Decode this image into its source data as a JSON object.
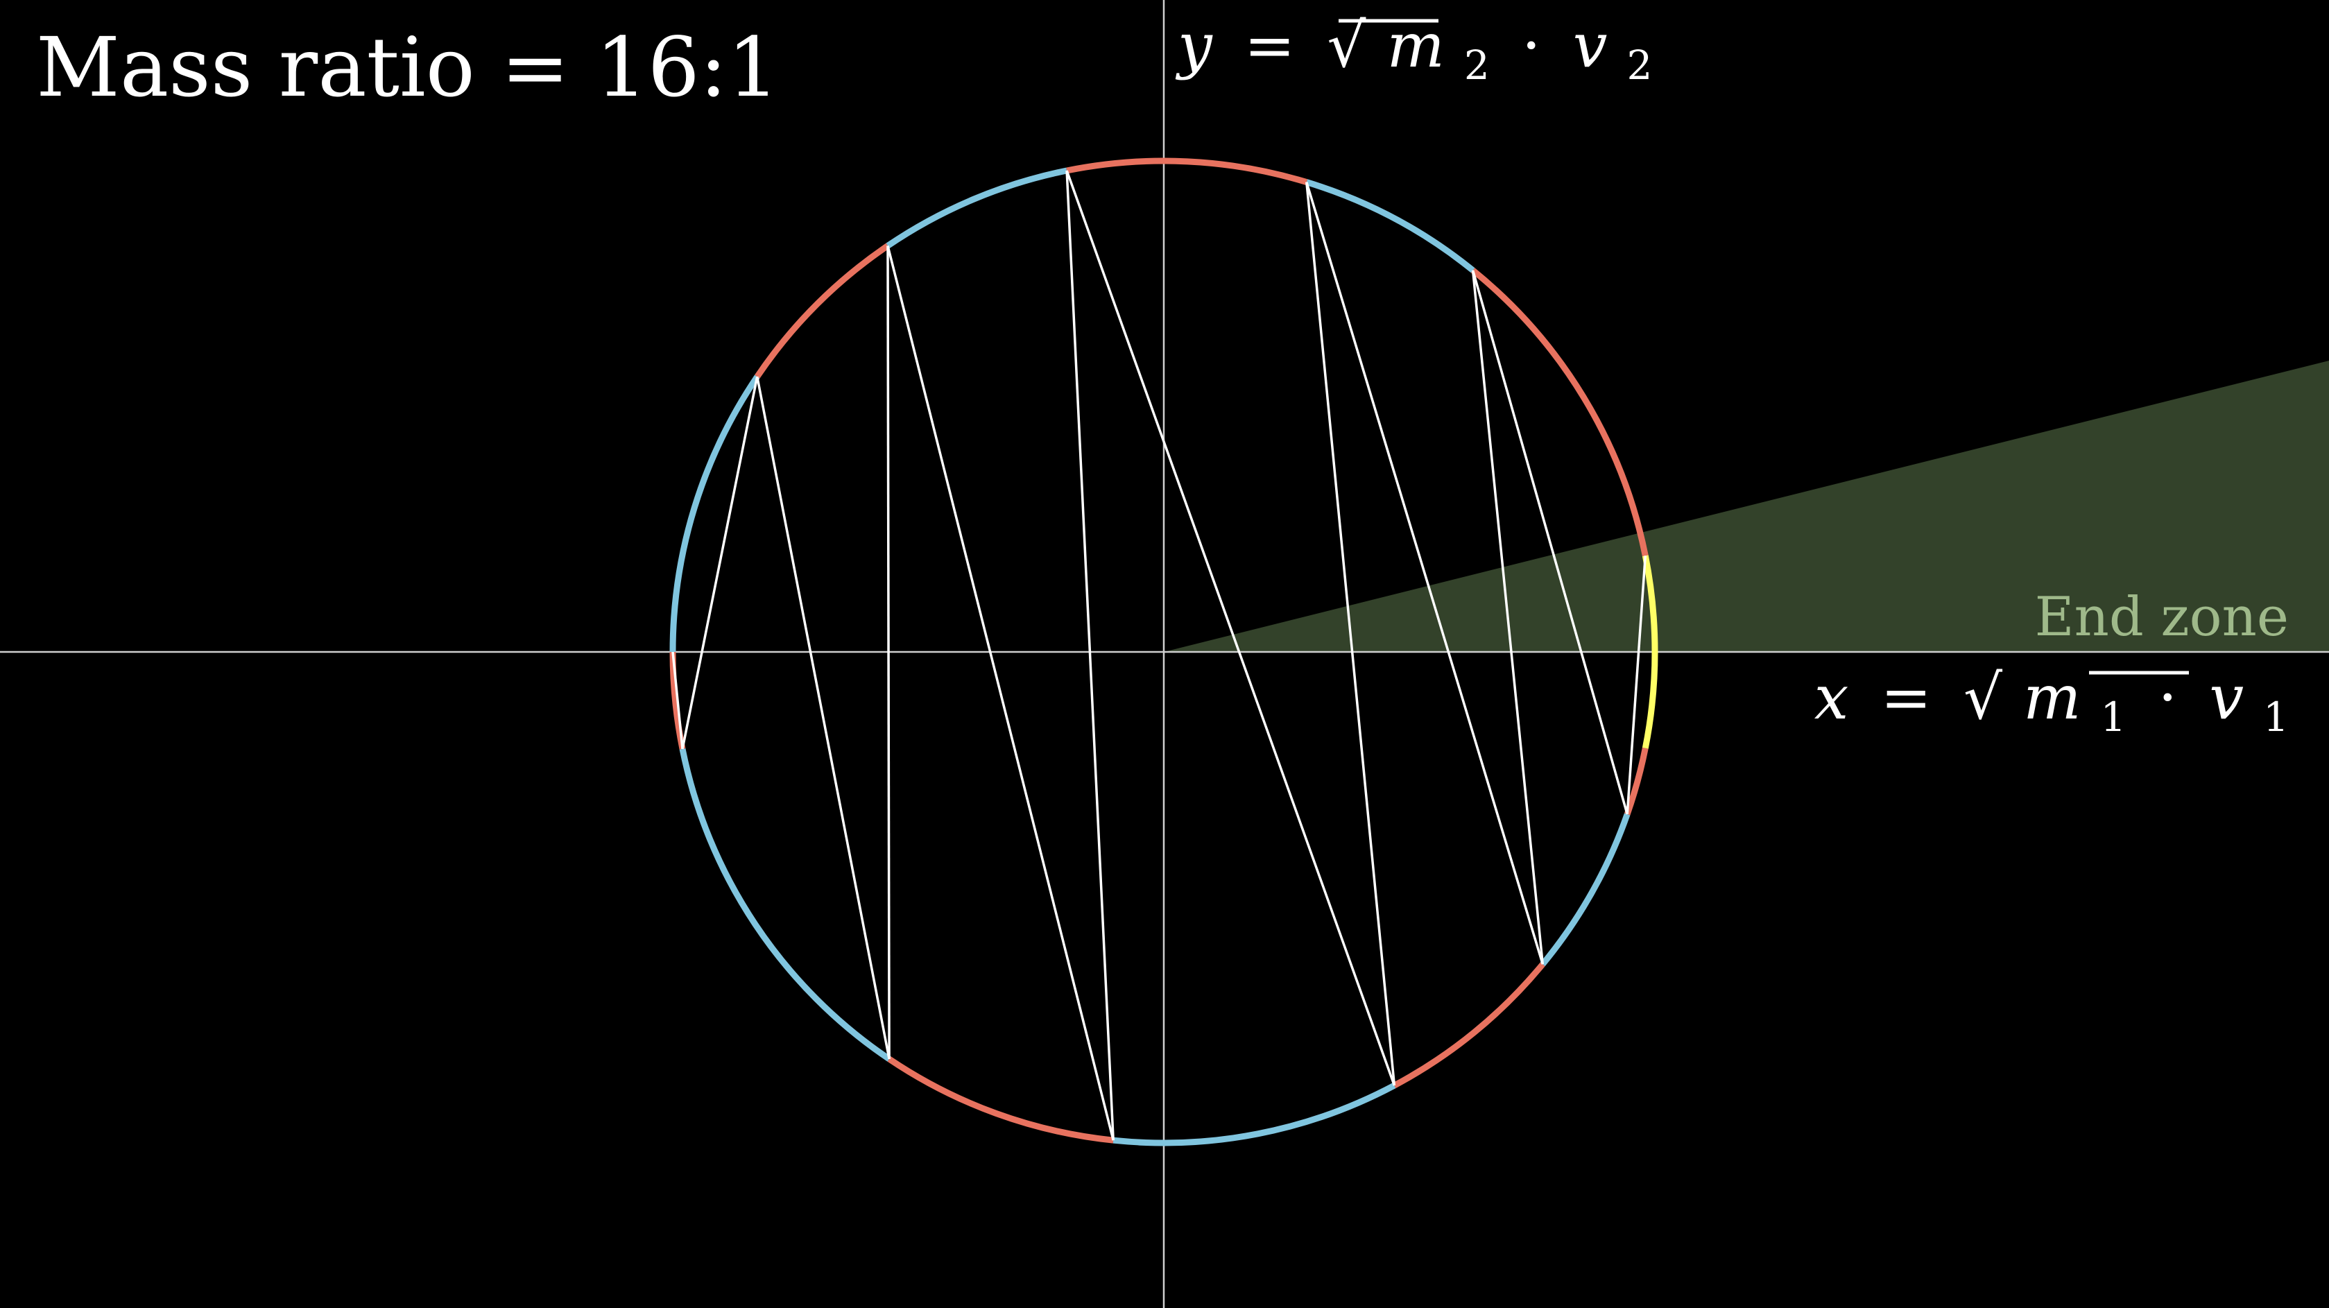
{
  "title": "Mass ratio = 16:1",
  "y_axis_label": {
    "lhs": "y",
    "eq": "=",
    "radical": "√",
    "var": "m",
    "sub": "2",
    "dot": "·",
    "vel": "v",
    "vsub": "2"
  },
  "x_axis_label": {
    "lhs": "x",
    "eq": "=",
    "radical": "√",
    "var": "m",
    "sub": "1",
    "dot": "·",
    "vel": "v",
    "vsub": "1"
  },
  "end_zone_label": "End zone",
  "colors": {
    "background": "#000000",
    "axes": "#cfcfcf",
    "arc_block1": "#e8725f",
    "arc_block2": "#80c5df",
    "arc_final": "#ffff66",
    "trajectory": "#ffffff",
    "end_zone_fill": "#33422a",
    "end_zone_text": "#9fb98a"
  },
  "chart_data": {
    "type": "diagram",
    "mass_ratio": 16,
    "end_zone_slope": 0.25,
    "collision_count": 13,
    "collision_angles_deg": [
      180,
      191.4,
      145.9,
      236.0,
      124.2,
      264.1,
      101.4,
      298.0,
      73.1,
      320.5,
      51.0,
      340.7,
      11.3
    ],
    "final_arc_deg": [
      -11.3,
      11.3
    ]
  }
}
